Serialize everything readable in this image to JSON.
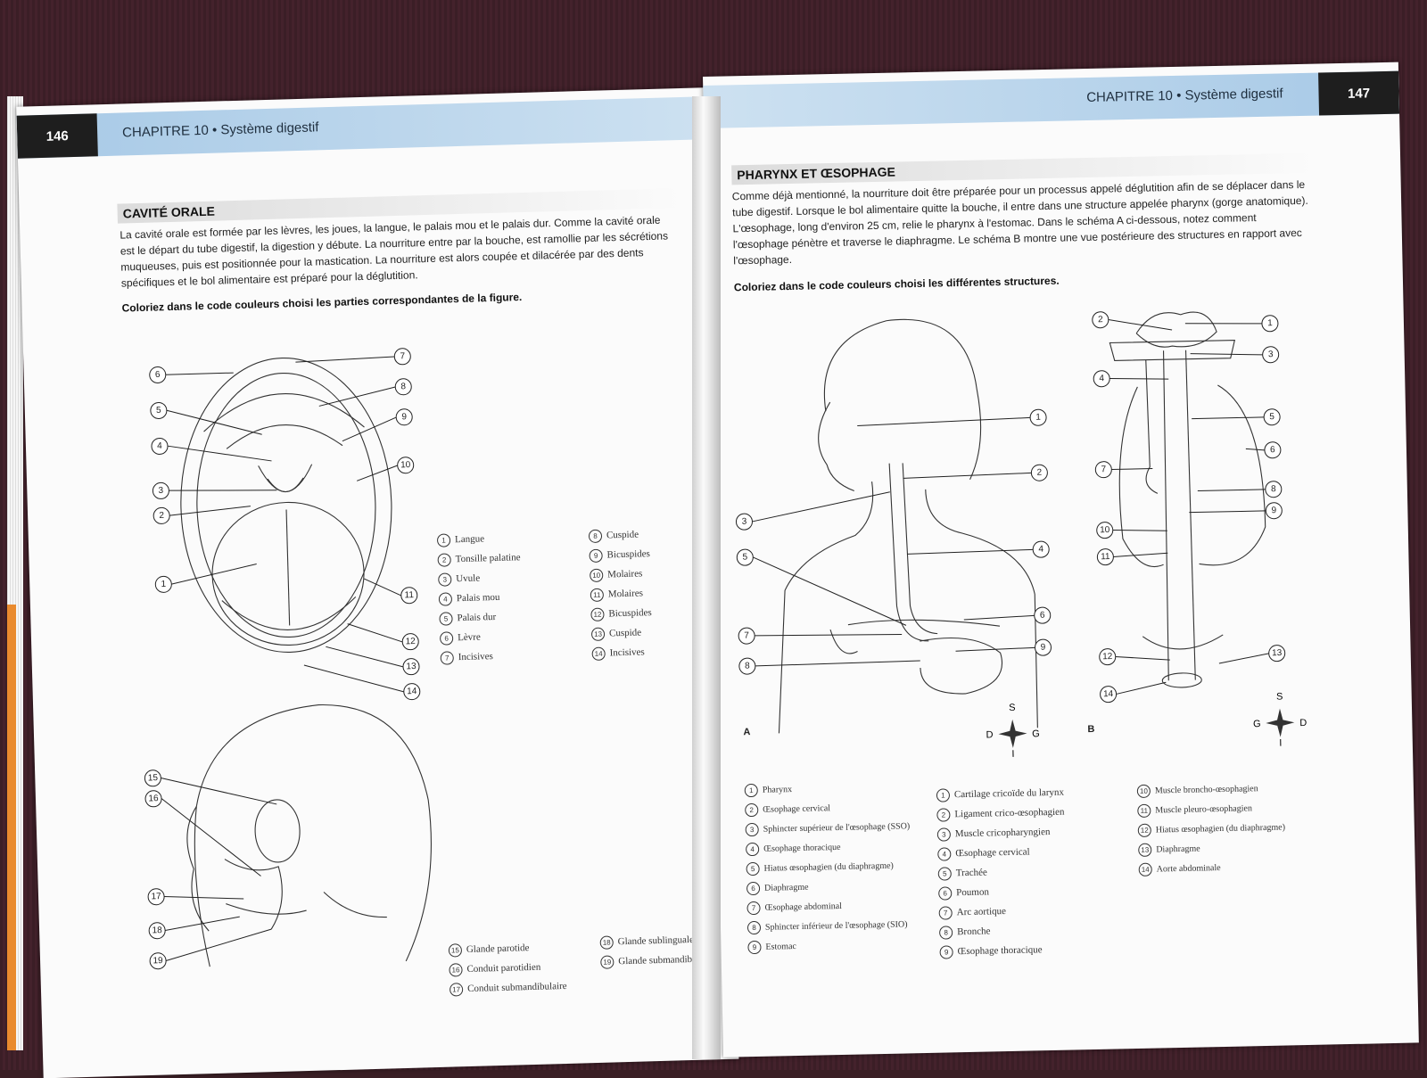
{
  "left_page": {
    "page_number": "146",
    "chapter": "CHAPITRE 10 • Système digestif",
    "section_title": "CAVITÉ ORALE",
    "paragraph": "La cavité orale est formée par les lèvres, les joues, la langue, le palais mou et le palais dur. Comme la cavité orale est le départ du tube digestif, la digestion y débute. La nourriture entre par la bouche, est ramollie par les sécrétions muqueuses, puis est positionnée pour la mastication. La nourriture est alors coupée et dilacérée par des dents spécifiques et le bol alimentaire est préparé pour la déglutition.",
    "instruction": "Coloriez dans le code couleurs choisi les parties correspondantes de la figure.",
    "legend_col1": [
      {
        "n": "1",
        "label": "Langue"
      },
      {
        "n": "2",
        "label": "Tonsille palatine"
      },
      {
        "n": "3",
        "label": "Uvule"
      },
      {
        "n": "4",
        "label": "Palais mou"
      },
      {
        "n": "5",
        "label": "Palais dur"
      },
      {
        "n": "6",
        "label": "Lèvre"
      },
      {
        "n": "7",
        "label": "Incisives"
      }
    ],
    "legend_col2": [
      {
        "n": "8",
        "label": "Cuspide"
      },
      {
        "n": "9",
        "label": "Bicuspides"
      },
      {
        "n": "10",
        "label": "Molaires"
      },
      {
        "n": "11",
        "label": "Molaires"
      },
      {
        "n": "12",
        "label": "Bicuspides"
      },
      {
        "n": "13",
        "label": "Cuspide"
      },
      {
        "n": "14",
        "label": "Incisives"
      }
    ],
    "legend_col3": [
      {
        "n": "15",
        "label": "Glande parotide"
      },
      {
        "n": "16",
        "label": "Conduit parotidien"
      },
      {
        "n": "17",
        "label": "Conduit submandibulaire"
      }
    ],
    "legend_col4": [
      {
        "n": "18",
        "label": "Glande sublinguale"
      },
      {
        "n": "19",
        "label": "Glande submandibulaire"
      }
    ]
  },
  "right_page": {
    "page_number": "147",
    "chapter": "CHAPITRE 10 • Système digestif",
    "section_title": "PHARYNX ET ŒSOPHAGE",
    "paragraph": "Comme déjà mentionné, la nourriture doit être préparée pour un processus appelé déglutition afin de se déplacer dans le tube digestif. Lorsque le bol alimentaire quitte la bouche, il entre dans une structure appelée pharynx (gorge anatomique). L'œsophage, long d'environ 25 cm, relie le pharynx à l'estomac. Dans le schéma A ci-dessous, notez comment l'œsophage pénètre et traverse le diaphragme. Le schéma B montre une vue postérieure des structures en rapport avec l'œsophage.",
    "instruction": "Coloriez dans le code couleurs choisi les différentes structures.",
    "letter_a": "A",
    "letter_b": "B",
    "compass_a": {
      "s": "S",
      "i": "I",
      "left": "D",
      "right": "G"
    },
    "compass_b": {
      "s": "S",
      "i": "I",
      "left": "G",
      "right": "D"
    },
    "legend_a": [
      {
        "n": "1",
        "label": "Pharynx"
      },
      {
        "n": "2",
        "label": "Œsophage cervical"
      },
      {
        "n": "3",
        "label": "Sphincter supérieur de l'œsophage (SSO)"
      },
      {
        "n": "4",
        "label": "Œsophage thoracique"
      },
      {
        "n": "5",
        "label": "Hiatus œsophagien (du diaphragme)"
      },
      {
        "n": "6",
        "label": "Diaphragme"
      },
      {
        "n": "7",
        "label": "Œsophage abdominal"
      },
      {
        "n": "8",
        "label": "Sphincter inférieur de l'œsophage (SIO)"
      },
      {
        "n": "9",
        "label": "Estomac"
      }
    ],
    "legend_b1": [
      {
        "n": "1",
        "label": "Cartilage cricoïde du larynx"
      },
      {
        "n": "2",
        "label": "Ligament crico-œsophagien"
      },
      {
        "n": "3",
        "label": "Muscle cricopharyngien"
      },
      {
        "n": "4",
        "label": "Œsophage cervical"
      },
      {
        "n": "5",
        "label": "Trachée"
      },
      {
        "n": "6",
        "label": "Poumon"
      },
      {
        "n": "7",
        "label": "Arc aortique"
      },
      {
        "n": "8",
        "label": "Bronche"
      },
      {
        "n": "9",
        "label": "Œsophage thoracique"
      }
    ],
    "legend_b2": [
      {
        "n": "10",
        "label": "Muscle broncho-œsophagien"
      },
      {
        "n": "11",
        "label": "Muscle pleuro-œsophagien"
      },
      {
        "n": "12",
        "label": "Hiatus œsophagien (du diaphragme)"
      },
      {
        "n": "13",
        "label": "Diaphragme"
      },
      {
        "n": "14",
        "label": "Aorte abdominale"
      }
    ]
  }
}
